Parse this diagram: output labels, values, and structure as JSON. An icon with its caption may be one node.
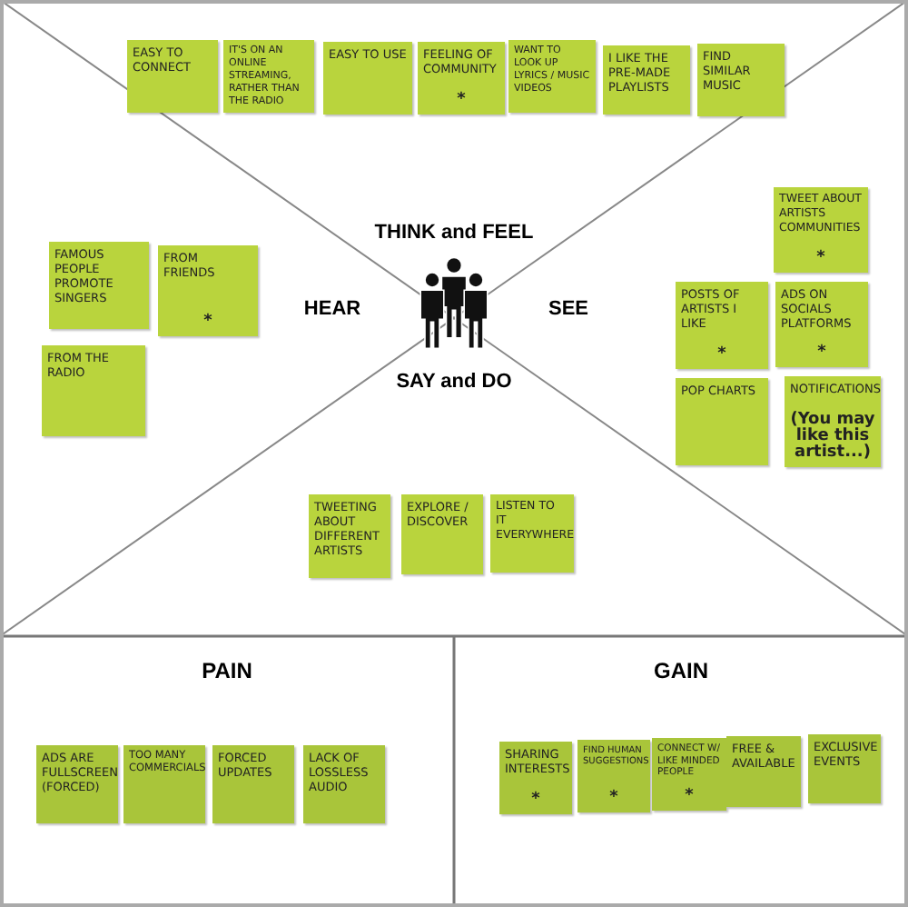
{
  "diagram": {
    "nodes": [
      {
        "text": [
          "EASY TO CONNECT"
        ]
      },
      {
        "text": [
          "IT'S ON AN ONLINE STREAMING, RATHER THAN THE RADIO"
        ]
      },
      {
        "text": [
          "EASY TO USE"
        ]
      },
      {
        "text": [
          "FEELING OF COMMUNITY",
          "*"
        ]
      },
      {
        "text": [
          "WANT TO LOOK UP LYRICS / MUSIC VIDEOS"
        ]
      },
      {
        "text": [
          "I LIKE THE PRE-MADE PLAYLISTS"
        ]
      },
      {
        "text": [
          "FIND SIMILAR MUSIC"
        ]
      },
      {
        "text": [
          "FAMOUS PEOPLE PROMOTE SINGERS"
        ]
      },
      {
        "text": [
          "FROM FRIENDS",
          "*"
        ]
      },
      {
        "text": [
          "FROM THE RADIO"
        ]
      },
      {
        "text": [
          "TWEET ABOUT ARTISTS COMMUNITIES",
          "*"
        ]
      },
      {
        "text": [
          "POSTS OF ARTISTS I LIKE",
          "*"
        ]
      },
      {
        "text": [
          "ADS ON SOCIALS PLATFORMS",
          "*"
        ]
      },
      {
        "text": [
          "POP CHARTS"
        ]
      },
      {
        "text": [
          "NOTIFICATIONS",
          "(You may like this artist...)"
        ]
      },
      {
        "text": [
          "TWEETING ABOUT DIFFERENT ARTISTS"
        ]
      },
      {
        "text": [
          "EXPLORE / DISCOVER"
        ]
      },
      {
        "text": [
          "LISTEN TO IT EVERYWHERE"
        ]
      },
      {
        "text": [
          "PAIN"
        ]
      },
      {
        "text": [
          "ADS ARE FULLSCREEN (FORCED)"
        ],
        "in": 18
      },
      {
        "text": [
          "TOO MANY COMMERCIALS"
        ],
        "in": 18
      },
      {
        "text": [
          "FORCED UPDATES"
        ],
        "in": 18
      },
      {
        "text": [
          "LACK OF LOSSLESS AUDIO"
        ],
        "in": 18
      },
      {
        "text": [
          "GAIN"
        ]
      },
      {
        "text": [
          "SHARING INTERESTS",
          "*"
        ],
        "in": 23
      },
      {
        "text": [
          "FIND HUMAN SUGGESTIONS",
          "*"
        ],
        "in": 23
      },
      {
        "text": [
          "CONNECT W/ LIKE MINDED PEOPLE",
          "*"
        ],
        "in": 23
      },
      {
        "text": [
          "FREE & AVAILABLE"
        ],
        "in": 23
      },
      {
        "text": [
          "EXCLUSIVE EVENTS"
        ],
        "in": 23
      }
    ],
    "labels": [
      "THINK and FEEL",
      "HEAR",
      "SEE",
      "SAY and DO"
    ]
  }
}
